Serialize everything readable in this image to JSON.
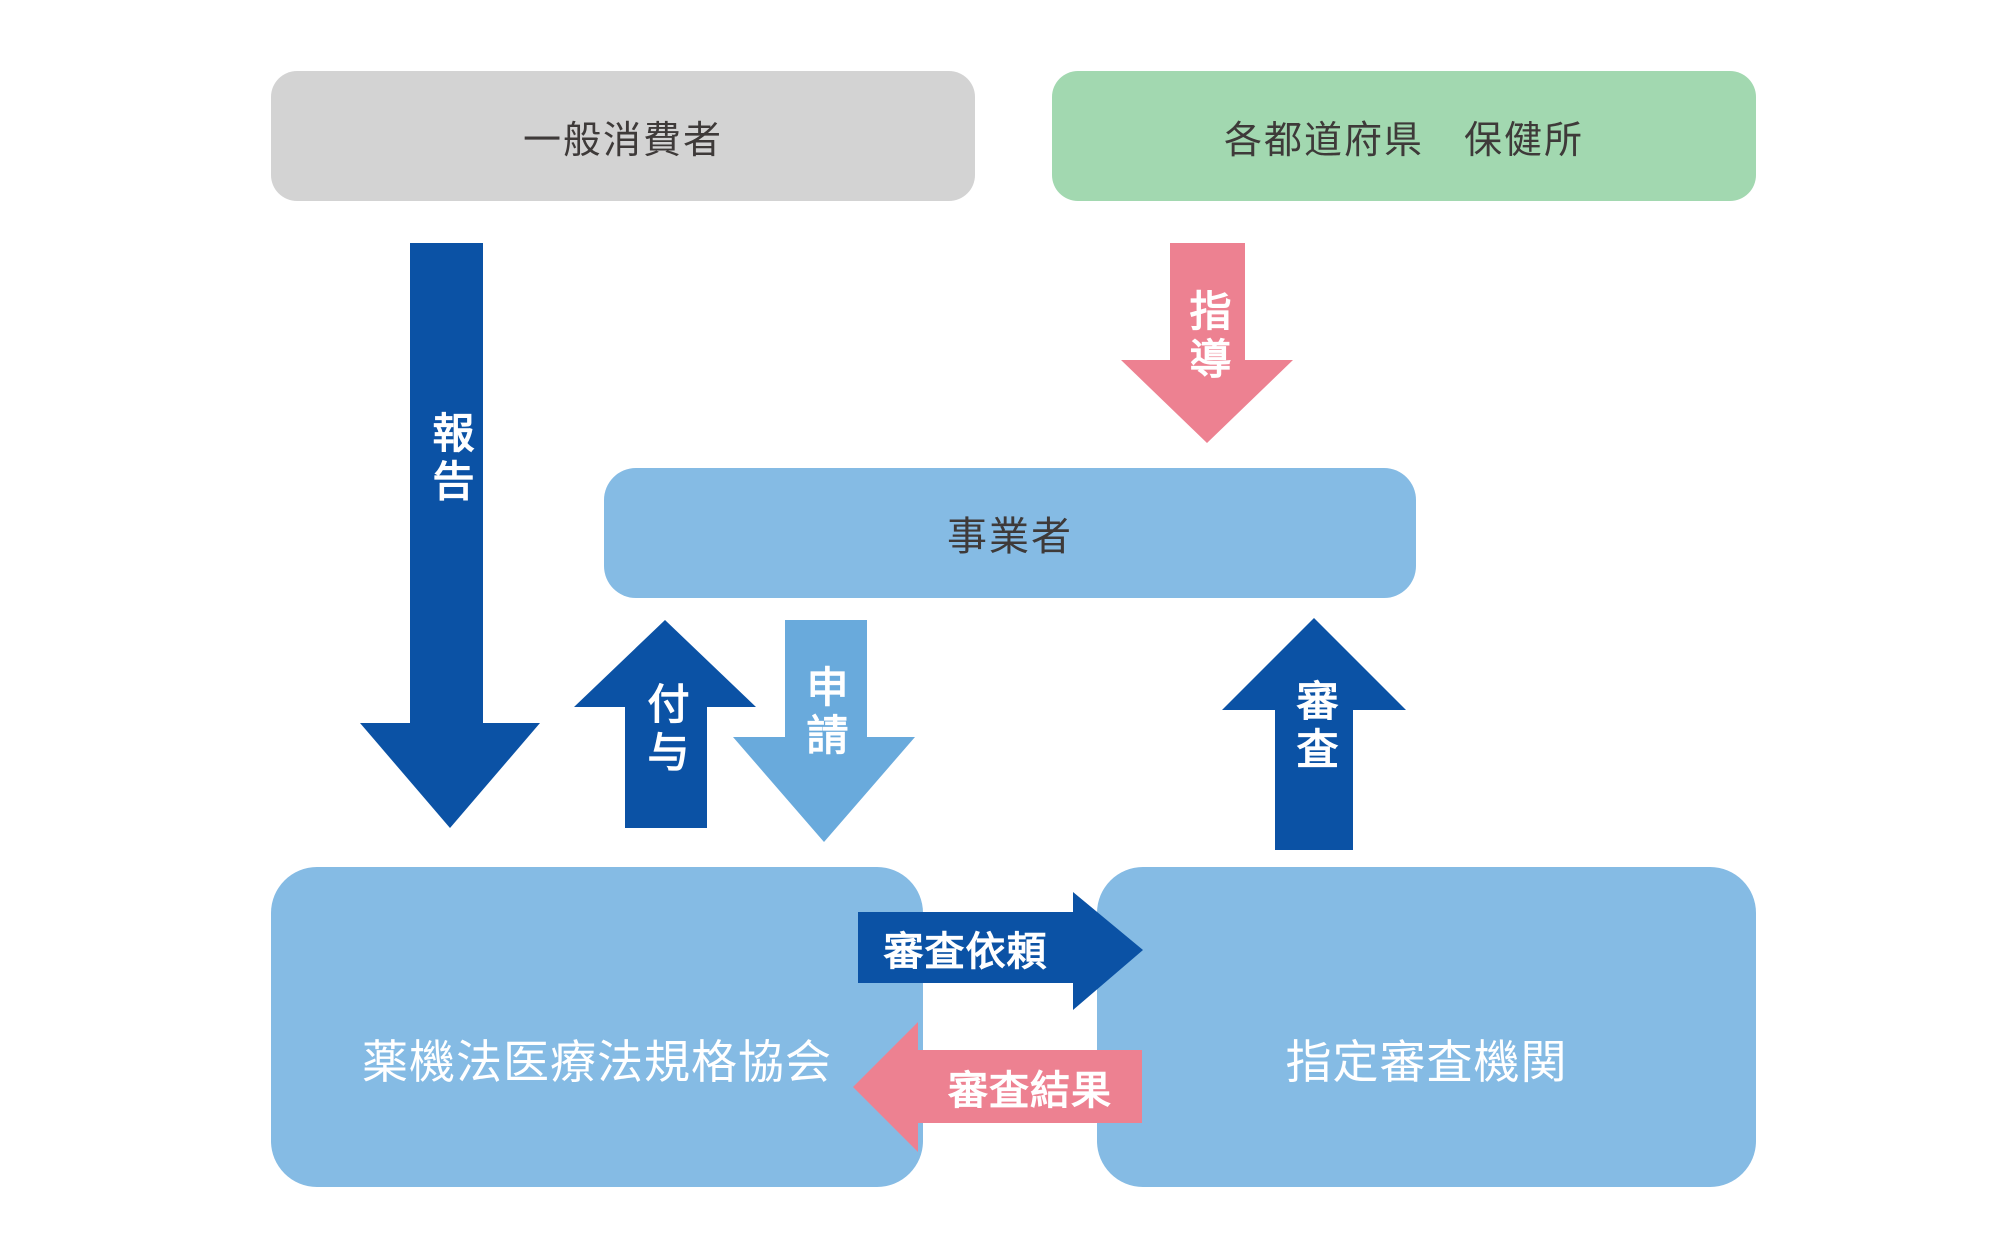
{
  "diagram": {
    "background": "#ffffff",
    "colors": {
      "gray_box": "#d3d3d3",
      "green_box": "#a2d8b0",
      "blue_box": "#85bbe4",
      "dark_blue": "#0b52a5",
      "light_blue_arrow": "#69aadc",
      "pink": "#ed8191",
      "dark_text": "#3e3a39",
      "white_text": "#ffffff"
    },
    "nodes": {
      "consumer": {
        "label": "一般消費者"
      },
      "health_center": {
        "label": "各都道府県　保健所"
      },
      "operator": {
        "label": "事業者"
      },
      "association": {
        "label": "薬機法医療法規格協会"
      },
      "examination_body": {
        "label": "指定審査機関"
      }
    },
    "arrows": {
      "report": {
        "label": "報告",
        "direction": "down",
        "from": "consumer",
        "to": "association",
        "color": "#0b52a5"
      },
      "guidance": {
        "label": "指導",
        "direction": "down",
        "from": "health_center",
        "to": "operator",
        "color": "#ed8191"
      },
      "grant": {
        "label": "付与",
        "direction": "up",
        "from": "association",
        "to": "operator",
        "color": "#0b52a5"
      },
      "application": {
        "label": "申請",
        "direction": "down",
        "from": "operator",
        "to": "association",
        "color": "#69aadc"
      },
      "examination": {
        "label": "審査",
        "direction": "up",
        "from": "examination_body",
        "to": "operator",
        "color": "#0b52a5"
      },
      "examination_request": {
        "label": "審査依頼",
        "direction": "right",
        "from": "association",
        "to": "examination_body",
        "color": "#0b52a5"
      },
      "examination_result": {
        "label": "審査結果",
        "direction": "left",
        "from": "examination_body",
        "to": "association",
        "color": "#ed8191"
      }
    }
  }
}
